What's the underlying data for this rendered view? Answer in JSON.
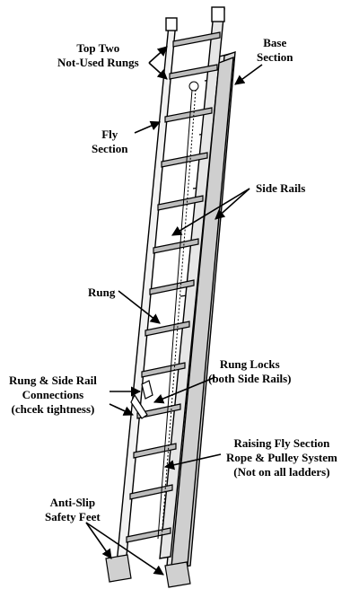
{
  "labels": {
    "top_rungs": [
      "Top Two",
      "Not-Used Rungs"
    ],
    "base_section": [
      "Base",
      "Section"
    ],
    "fly_section": [
      "Fly",
      "Section"
    ],
    "side_rails": [
      "Side Rails"
    ],
    "rung": [
      "Rung"
    ],
    "rung_locks": [
      "Rung Locks",
      "(both Side Rails)"
    ],
    "connections": [
      "Rung & Side Rail",
      "Connections",
      "(chcek tightness)"
    ],
    "rope_pulley": [
      "Raising Fly Section",
      "Rope & Pulley System",
      "(Not on all ladders)"
    ],
    "safety_feet": [
      "Anti-Slip",
      "Safety Feet"
    ]
  },
  "colors": {
    "ink": "#000000",
    "paper": "#ffffff",
    "rail_shade": "#d8d8d8",
    "rung_shade": "#bdbdbd"
  }
}
